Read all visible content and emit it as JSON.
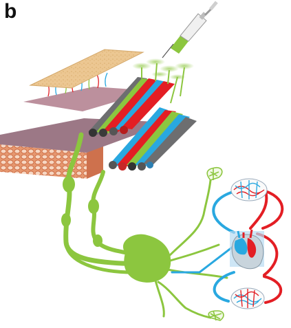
{
  "figure": {
    "panel_label": "b"
  },
  "colors": {
    "nerve_green": "#8cc63f",
    "artery_red": "#e31e24",
    "vein_blue": "#29a8e0",
    "tissue_tan": "#e9c38d",
    "dermis_mauve": "#a87d8f",
    "fat_orange": "#d9794f",
    "vessel_grey": "#6d6e70"
  },
  "components": [
    "syringe",
    "skin-layers",
    "fascicle-bundles",
    "peripheral-nerve",
    "spinal-ganglion",
    "heart",
    "upper-capillary-bed",
    "lower-capillary-bed",
    "circulation-loop"
  ]
}
